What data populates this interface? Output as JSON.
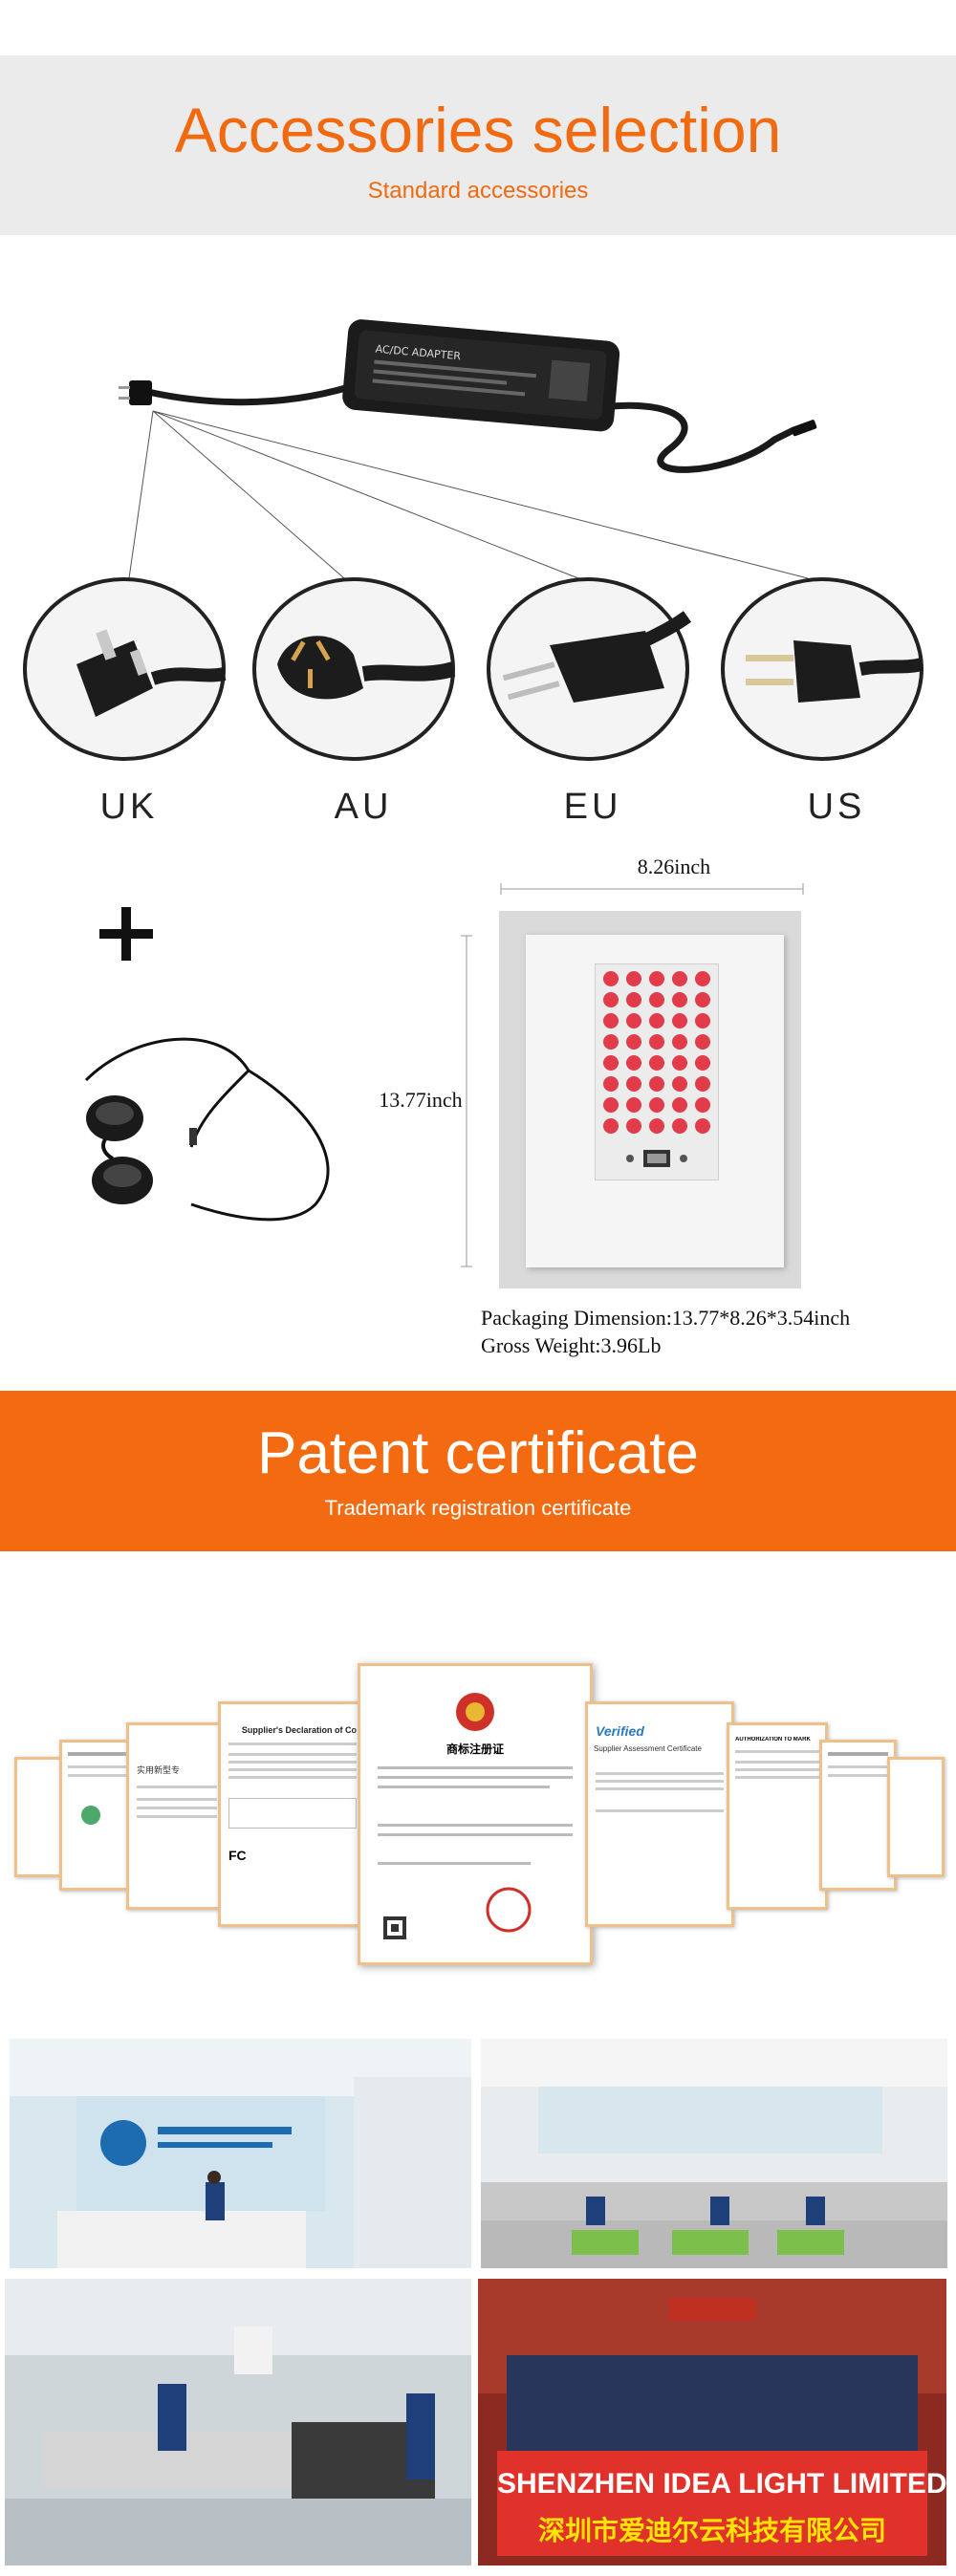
{
  "accessories": {
    "title": "Accessories selection",
    "subtitle": "Standard accessories"
  },
  "plugs": [
    {
      "label": "UK"
    },
    {
      "label": "AU"
    },
    {
      "label": "EU"
    },
    {
      "label": "US"
    }
  ],
  "adapter": {
    "brand": "AC/DC ADAPTER"
  },
  "packaging": {
    "width_label": "8.26inch",
    "height_label": "13.77inch",
    "dimension_text": "Packaging Dimension:13.77*8.26*3.54inch",
    "weight_text": "Gross Weight:3.96Lb"
  },
  "patent": {
    "title": "Patent certificate",
    "subtitle": "Trademark registration certificate"
  },
  "certificates": {
    "center_title": "商标注册证",
    "verified": "Verified",
    "declaration": "Supplier's Declaration of Co",
    "supplier_assessment": "Supplier Assessment Certificate",
    "auth": "AUTHORIZATION TO MARK",
    "left_title": "实用新型专"
  },
  "company": {
    "banner_en": "SHENZHEN IDEA LIGHT LIMITED",
    "banner_cn": "深圳市爱迪尔云科技有限公司",
    "sign_text": "SHENZHEN IDEA LIGHT LIMITED"
  },
  "colors": {
    "accent": "#f26a10",
    "banner": "#f46a10",
    "grey_band": "#ebebeb"
  }
}
